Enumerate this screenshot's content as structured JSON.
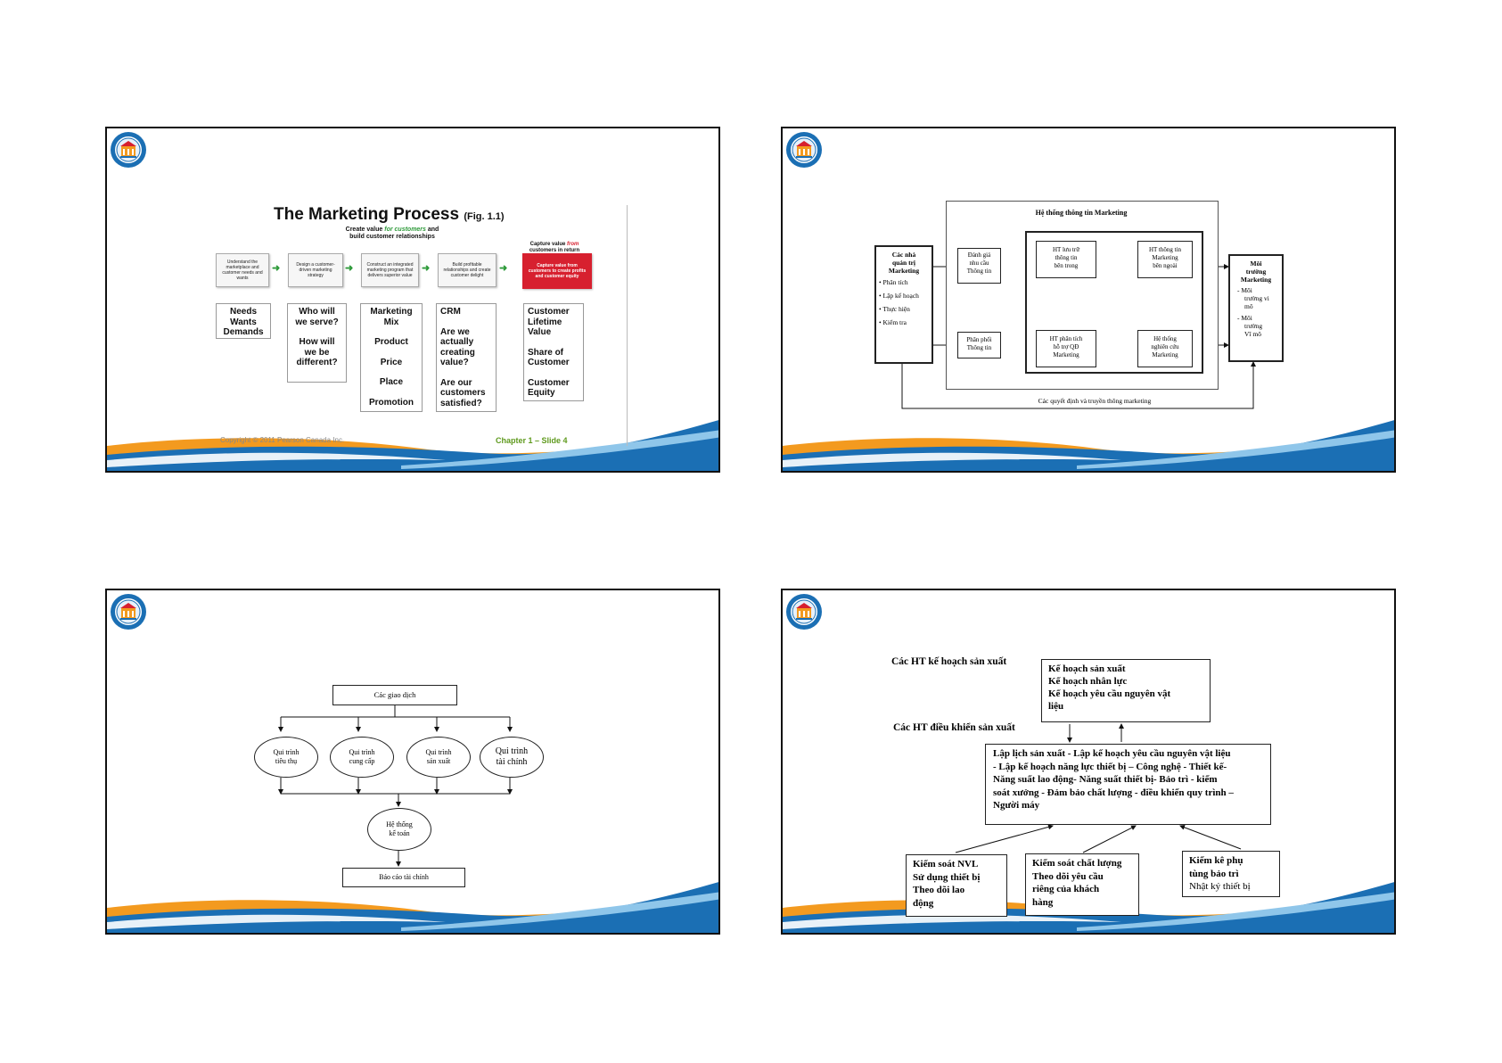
{
  "slides": [
    {
      "title": "The Marketing Process",
      "fig": "(Fig. 1.1)",
      "subtitle_pre": "Create value ",
      "subtitle_em": "for customers",
      "subtitle_post": " and",
      "subtitle_line2": "build customer relationships",
      "capture_pre": "Capture value ",
      "capture_em": "from",
      "capture_line2": "customers in return",
      "steps": [
        "Understand the marketplace and customer needs and wants",
        "Design a customer-driven marketing strategy",
        "Construct an integrated marketing program that delivers superior value",
        "Build profitable relationships and create customer delight",
        "Capture value from customers to create profits and customer equity"
      ],
      "columns": [
        [
          "Needs",
          "Wants",
          "Demands"
        ],
        [
          "Who will",
          "we serve?",
          "",
          "How will",
          "we be",
          "different?"
        ],
        [
          "Marketing",
          "Mix",
          "",
          "Product",
          "",
          "Price",
          "",
          "Place",
          "",
          "Promotion"
        ],
        [
          "CRM",
          "",
          "Are we",
          "actually",
          "creating",
          "value?",
          "",
          "Are our",
          "customers",
          "satisfied?"
        ],
        [
          "Customer",
          "Lifetime",
          "Value",
          "",
          "Share of",
          "Customer",
          "",
          "Customer",
          "Equity"
        ]
      ],
      "copyright": "Copyright © 2011 Pearson Canada Inc.",
      "chapter": "Chapter 1 – Slide 4"
    },
    {
      "system_title": "Hệ thống thông tin Marketing",
      "managers_title": [
        "Các nhà",
        "quản trị",
        "Marketing"
      ],
      "managers_items": [
        "Phân tích",
        "Lập kế hoạch",
        "Thực hiện",
        "Kiểm tra"
      ],
      "assess": [
        "Đánh giá",
        "nhu cầu",
        "Thông tin"
      ],
      "distribute": [
        "Phân phối",
        "Thông tin"
      ],
      "internal": [
        "HT lưu trữ",
        "thông tin",
        "bên trong"
      ],
      "external": [
        "HT thông tin",
        "Marketing",
        "bên ngoài"
      ],
      "analysis": [
        "HT phân tích",
        "hỗ trợ QĐ",
        "Marketing"
      ],
      "research": [
        "Hệ thống",
        "nghiên cứu",
        "Marketing"
      ],
      "env_title": [
        "Môi",
        "trường",
        "Marketing"
      ],
      "env_items": [
        "- Môi",
        "trường vi",
        "mô",
        "- Môi",
        "trường",
        "Vĩ mô"
      ],
      "decisions": "Các quyết định và truyền thông marketing"
    },
    {
      "transactions": "Các giao dịch",
      "processes": [
        [
          "Qui trình",
          "tiêu thụ"
        ],
        [
          "Qui trình",
          "cung cấp"
        ],
        [
          "Qui trình",
          "sản xuất"
        ],
        [
          "Qui trình",
          "tài chính"
        ]
      ],
      "accounting": [
        "Hệ thống",
        "kế toán"
      ],
      "report": "Báo cáo tài chính"
    },
    {
      "plan_label": "Các HT kế hoạch sản xuất",
      "plan_items": [
        "Kế hoạch sản xuất",
        "Kế hoạch nhân lực",
        "Kế hoạch yêu cầu nguyên vật",
        "liệu"
      ],
      "control_label": "Các HT điều khiển sản xuất",
      "control_text": [
        "Lập lịch sản xuất - Lập kế hoạch yêu cầu nguyên vật liệu",
        "- Lập kế hoạch năng lực thiết bị – Công nghệ - Thiết kế-",
        "Năng suất lao động- Năng suất thiết bị- Bảo trì - kiểm",
        "soát xưởng - Đảm bảo chất lượng - điều khiển quy trình –",
        "Người máy"
      ],
      "box_a": [
        "Kiểm soát NVL",
        "Sử dụng thiết bị",
        "Theo dõi lao",
        "động"
      ],
      "box_b": [
        "Kiểm soát chất lượng",
        "Theo dõi yêu cầu",
        "riêng của  khách",
        "hàng"
      ],
      "box_c": [
        "Kiểm kê phụ",
        "tùng bảo trì",
        "Nhật ký thiết bị"
      ]
    }
  ],
  "colors": {
    "blue": "#1b6fb4",
    "orange": "#f39a1f",
    "lightblue": "#8fc6ea",
    "red": "#d7202f",
    "green": "#2e9a3a"
  }
}
